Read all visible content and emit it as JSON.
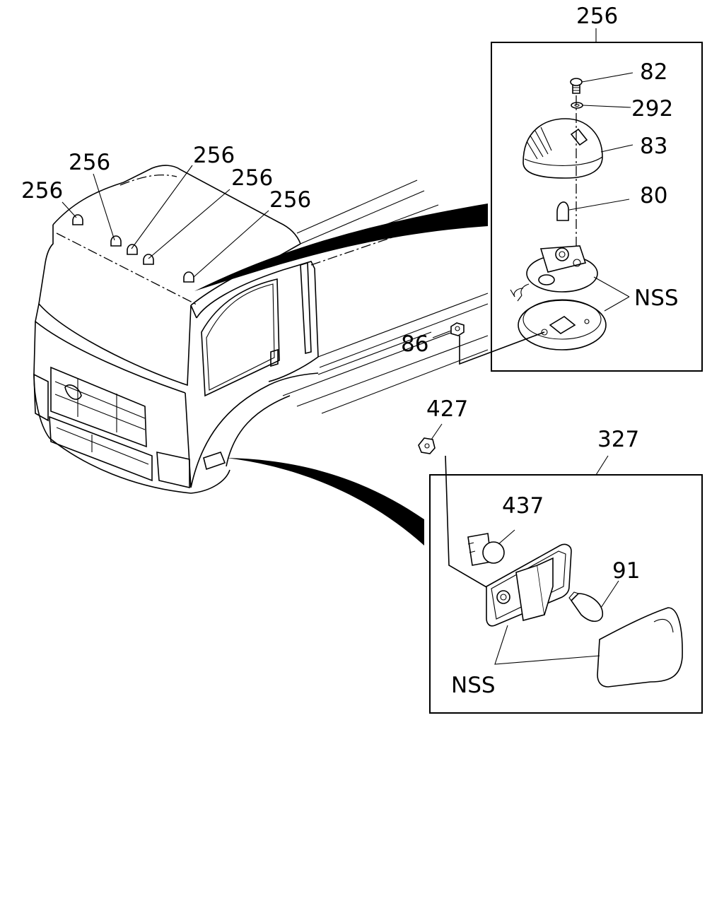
{
  "labels": {
    "cab_lamp_1": "256",
    "cab_lamp_2": "256",
    "cab_lamp_3": "256",
    "cab_lamp_4": "256",
    "cab_lamp_5": "256",
    "marker_lamp_assembly": "256",
    "screw": "82",
    "washer": "292",
    "lens": "83",
    "bulb_marker": "80",
    "nss_marker": "NSS",
    "nut": "86",
    "side_nut": "427",
    "side_lamp_assembly": "327",
    "socket": "437",
    "bulb_side": "91",
    "nss_side": "NSS"
  }
}
